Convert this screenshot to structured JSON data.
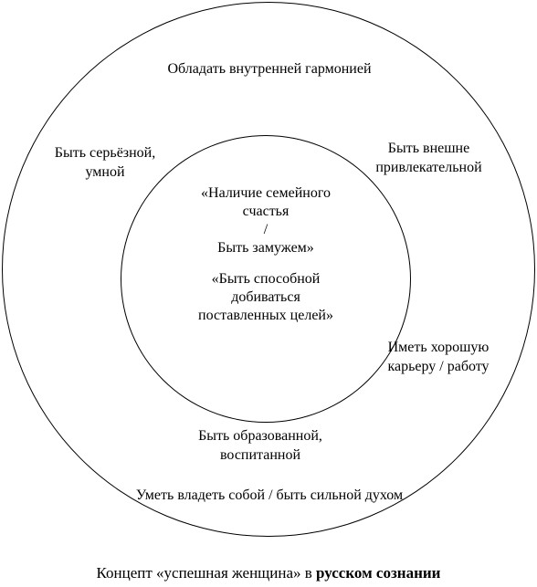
{
  "diagram": {
    "outer_labels": {
      "top": "Обладать внутренней гармонией",
      "left": [
        "Быть серьёзной,",
        "умной"
      ],
      "right": [
        "Быть внешне",
        "привлекательной"
      ],
      "career": [
        "Иметь хорошую",
        "карьеру / работу"
      ],
      "educated": [
        "Быть образованной,",
        "воспитанной"
      ],
      "bottom": "Уметь владеть собой / быть сильной духом"
    },
    "inner_text": {
      "family": [
        "«Наличие семейного",
        "счастья",
        "/",
        "Быть замужем»"
      ],
      "goals": [
        "«Быть способной",
        "добиваться",
        "поставленных целей»"
      ]
    }
  },
  "caption": {
    "prefix": "Концепт «успешная женщина» в ",
    "bold": "русском сознании"
  }
}
